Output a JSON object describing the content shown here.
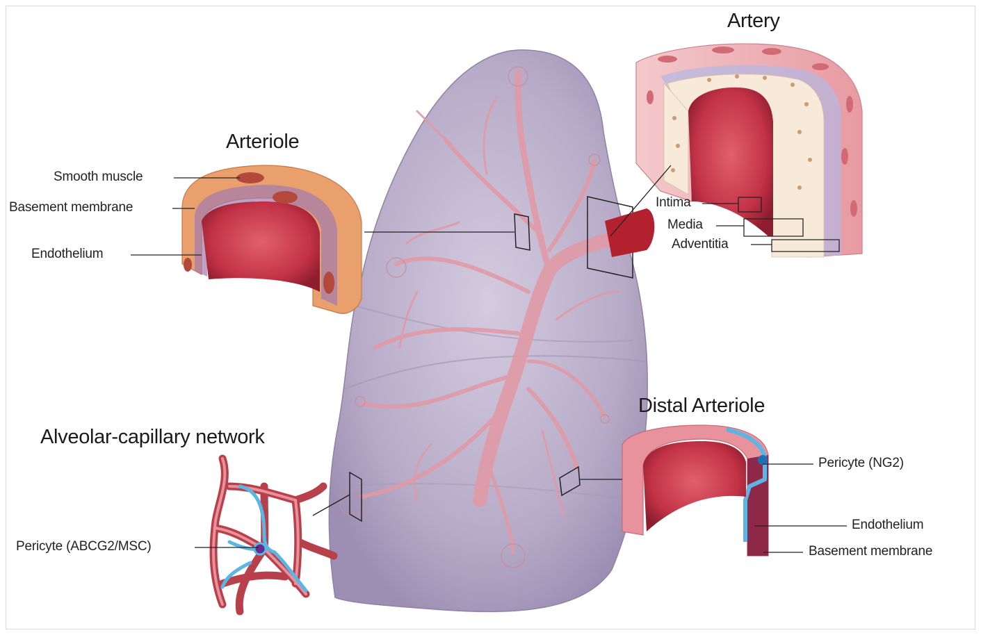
{
  "titles": {
    "artery": "Artery",
    "arteriole": "Arteriole",
    "distal_arteriole": "Distal Arteriole",
    "alveolar_network": "Alveolar-capillary network"
  },
  "arteriole_labels": {
    "smooth_muscle": "Smooth muscle",
    "basement_membrane": "Basement membrane",
    "endothelium": "Endothelium"
  },
  "artery_labels": {
    "intima": "Intima",
    "media": "Media",
    "adventitia": "Adventitia"
  },
  "distal_labels": {
    "pericyte": "Pericyte (NG2)",
    "endothelium": "Endothelium",
    "basement_membrane": "Basement membrane"
  },
  "alveolar_labels": {
    "pericyte": "Pericyte (ABCG2/MSC)"
  },
  "colors": {
    "lung": "#b9aec8",
    "vessel": "#e2a3ae",
    "lumen": "#c8374a",
    "pericyte": "#5bb6e4",
    "muscle": "#e8965f"
  }
}
